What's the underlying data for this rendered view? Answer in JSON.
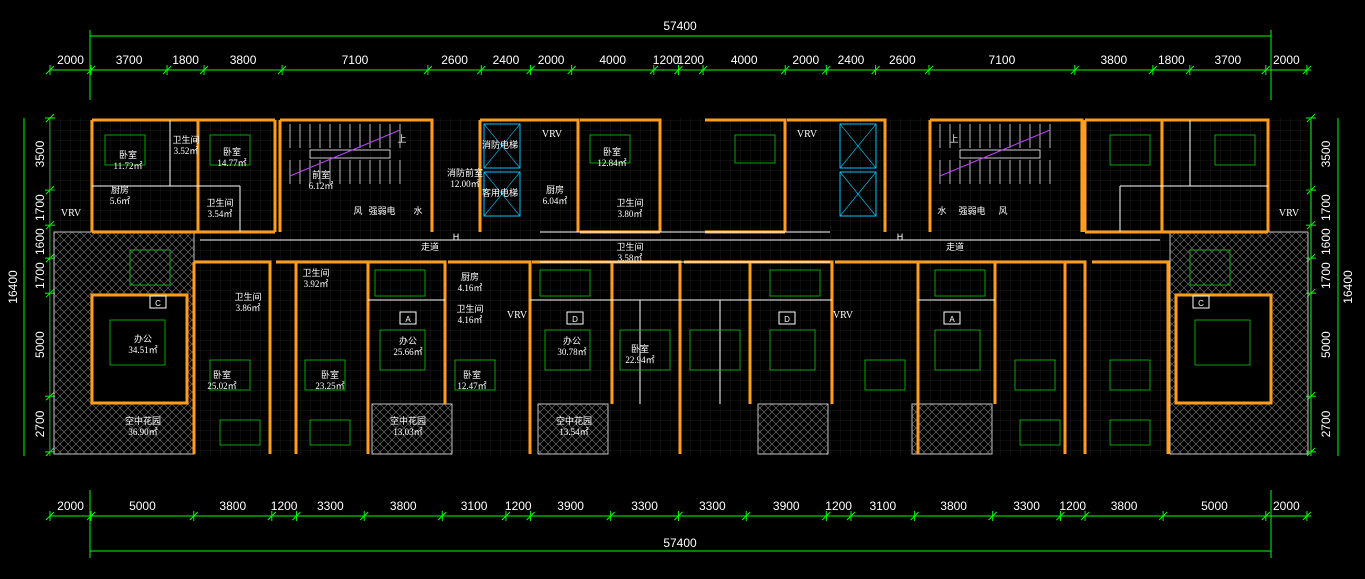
{
  "drawing": {
    "total_top": "57400",
    "total_bottom": "57400",
    "top_dims": [
      "2000",
      "3700",
      "1800",
      "3800",
      "7100",
      "2600",
      "2400",
      "2000",
      "4000",
      "1200",
      "1200",
      "4000",
      "2000",
      "2400",
      "2600",
      "7100",
      "3800",
      "1800",
      "3700",
      "2000"
    ],
    "bottom_dims": [
      "2000",
      "5000",
      "3800",
      "1200",
      "3300",
      "3800",
      "3100",
      "1200",
      "3900",
      "3300",
      "3300",
      "3900",
      "1200",
      "3100",
      "3800",
      "3300",
      "1200",
      "3800",
      "5000",
      "2000"
    ],
    "side_total": "16400",
    "left_dims": [
      "3500",
      "1700",
      "1600",
      "1700",
      "5000",
      "2700"
    ],
    "right_dims": [
      "3500",
      "1700",
      "1600",
      "1700",
      "5000",
      "2700"
    ]
  },
  "rooms": [
    {
      "name": "卧室",
      "area": "11.72㎡"
    },
    {
      "name": "卫生间",
      "area": "3.52㎡"
    },
    {
      "name": "卧室",
      "area": "14.77㎡"
    },
    {
      "name": "前室",
      "area": "6.12㎡"
    },
    {
      "name": "消防前室",
      "area": "12.00㎡"
    },
    {
      "name": "消防电梯",
      "area": ""
    },
    {
      "name": "客用电梯",
      "area": ""
    },
    {
      "name": "卧室",
      "area": "12.84㎡"
    },
    {
      "name": "厨房",
      "area": "6.04㎡"
    },
    {
      "name": "卫生间",
      "area": "3.80㎡"
    },
    {
      "name": "厨房",
      "area": "5.6㎡"
    },
    {
      "name": "卫生间",
      "area": "3.54㎡"
    },
    {
      "name": "卫生间",
      "area": "3.58㎡"
    },
    {
      "name": "卫生间",
      "area": "3.92㎡"
    },
    {
      "name": "厨房",
      "area": "4.16㎡"
    },
    {
      "name": "卫生间",
      "area": "4.16㎡"
    },
    {
      "name": "卫生间",
      "area": "3.86㎡"
    },
    {
      "name": "办公",
      "area": "34.51㎡"
    },
    {
      "name": "卧室",
      "area": "25.02㎡"
    },
    {
      "name": "卧室",
      "area": "23.25㎡"
    },
    {
      "name": "办公",
      "area": "25.66㎡"
    },
    {
      "name": "卧室",
      "area": "12.47㎡"
    },
    {
      "name": "办公",
      "area": "30.78㎡"
    },
    {
      "name": "卧室",
      "area": "22.94㎡"
    },
    {
      "name": "空中花园",
      "area": "36.90㎡"
    },
    {
      "name": "空中花园",
      "area": "13.03㎡"
    },
    {
      "name": "空中花园",
      "area": "13.54㎡"
    }
  ],
  "labels": {
    "corridor": "走道",
    "wind": "风",
    "weak_elec": "强弱电",
    "water": "水",
    "vrv": "VRV",
    "unit_a": "A",
    "unit_c": "C",
    "unit_d": "D",
    "up": "上",
    "h": "H"
  }
}
